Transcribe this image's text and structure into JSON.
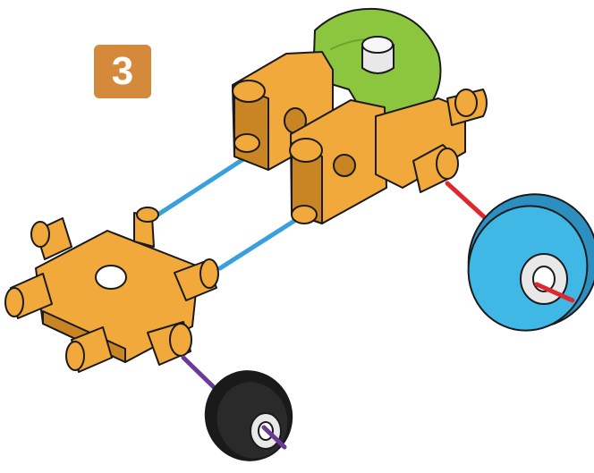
{
  "step": {
    "number": "3"
  },
  "colors": {
    "body_orange": "#f0a93a",
    "body_orange_dark": "#c98524",
    "connector_green": "#8cc63f",
    "peg_gray": "#e8e8e8",
    "guide_blue": "#3aa0dc",
    "guide_red": "#e0262e",
    "guide_purple": "#6a3a96",
    "big_wheel_blue": "#3fb8e6",
    "small_wheel_black": "#2a2a2a",
    "badge": "#d48a3a",
    "outline": "#1a1a1a"
  },
  "icons": [
    "step-number-badge",
    "orange-frame-assembly",
    "green-u-connector",
    "white-peg",
    "cross-hub-part",
    "blue-wheel",
    "black-wheel"
  ]
}
